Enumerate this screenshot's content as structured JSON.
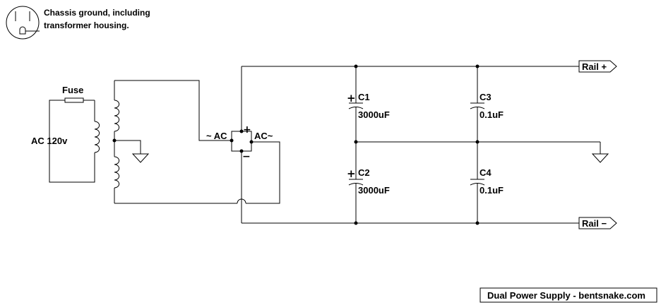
{
  "legend": {
    "line1": "Chassis ground, including",
    "line2": "transformer housing."
  },
  "labels": {
    "fuse": "Fuse",
    "source": "AC 120v",
    "ac_left": "~ AC",
    "ac_right": "AC~",
    "plus": "+",
    "minus": "−",
    "rail_pos": "Rail +",
    "rail_neg": "Rail −"
  },
  "capacitors": [
    {
      "ref": "C1",
      "value": "3000uF",
      "polarity": "+"
    },
    {
      "ref": "C3",
      "value": "0.1uF",
      "polarity": ""
    },
    {
      "ref": "C2",
      "value": "3000uF",
      "polarity": "+"
    },
    {
      "ref": "C4",
      "value": "0.1uF",
      "polarity": ""
    }
  ],
  "footer": {
    "caption": "Dual Power Supply - bentsnake.com"
  }
}
